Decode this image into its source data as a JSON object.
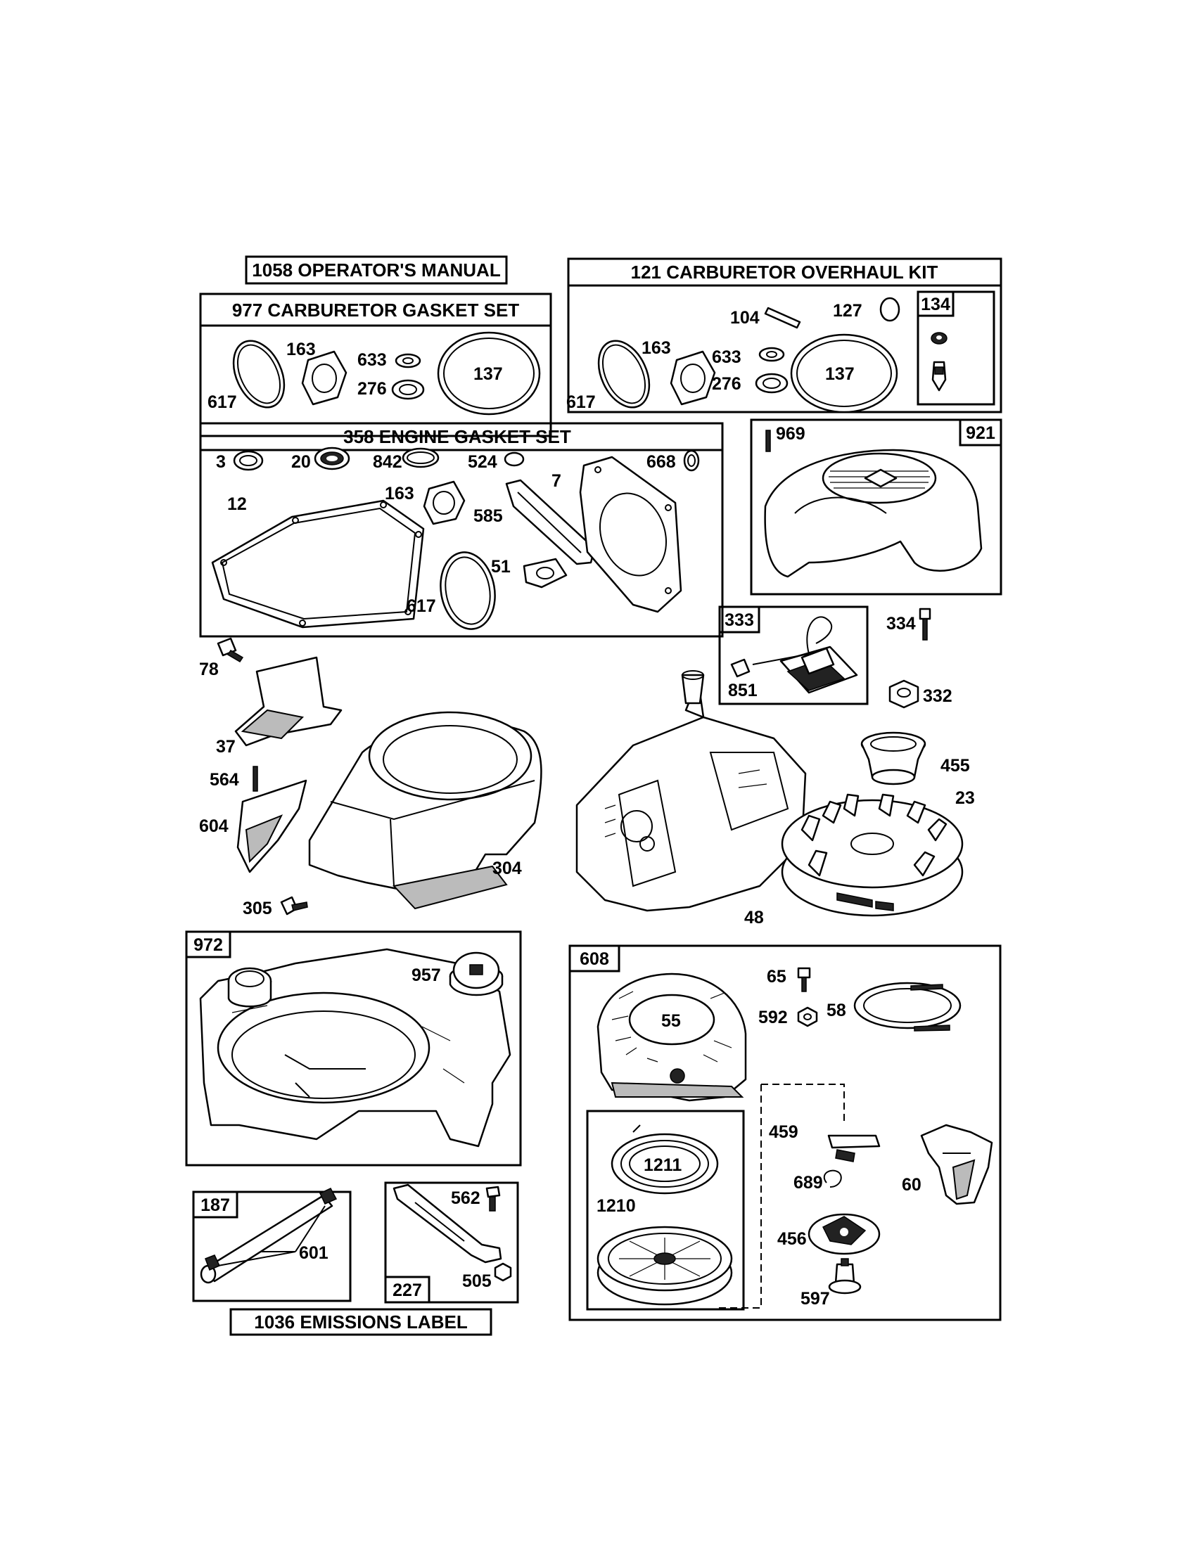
{
  "kits": {
    "operators_manual": "1058 OPERATOR'S MANUAL",
    "carb_overhaul_kit": "121 CARBURETOR OVERHAUL KIT",
    "carb_gasket_set": "977 CARBURETOR GASKET SET",
    "engine_gasket_set": "358 ENGINE GASKET SET",
    "emissions_label": "1036 EMISSIONS LABEL"
  },
  "group_tags": {
    "t134": "134",
    "t921": "921",
    "t333": "333",
    "t972": "972",
    "t608": "608",
    "t187": "187",
    "t227": "227"
  },
  "parts": {
    "p617a": "617",
    "p163a": "163",
    "p633a": "633",
    "p276a": "276",
    "p137a": "137",
    "p104": "104",
    "p127": "127",
    "p617b": "617",
    "p163b": "163",
    "p633b": "633",
    "p276b": "276",
    "p137b": "137",
    "p3": "3",
    "p20": "20",
    "p842": "842",
    "p524": "524",
    "p668": "668",
    "p12": "12",
    "p163c": "163",
    "p585": "585",
    "p7": "7",
    "p51": "51",
    "p617c": "617",
    "p969": "969",
    "p334": "334",
    "p851": "851",
    "p332": "332",
    "p78": "78",
    "p37": "37",
    "p564": "564",
    "p604": "604",
    "p305": "305",
    "p304": "304",
    "p48": "48",
    "p455": "455",
    "p23": "23",
    "p957": "957",
    "p65": "65",
    "p592": "592",
    "p58": "58",
    "p55": "55",
    "p459": "459",
    "p1211": "1211",
    "p1210": "1210",
    "p689": "689",
    "p60": "60",
    "p456": "456",
    "p597": "597",
    "p601": "601",
    "p562": "562",
    "p505": "505"
  }
}
